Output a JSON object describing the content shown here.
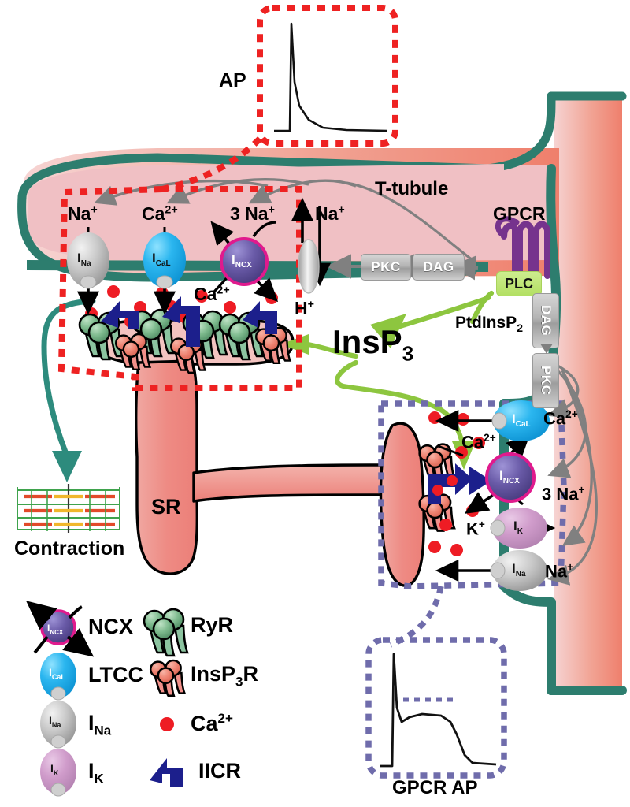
{
  "figure": {
    "title": "Cardiac myocyte excitation-contraction coupling and GPCR/InsP3 signalling",
    "colors": {
      "membrane_teal": "#2d7d6e",
      "cytoplasm_salmon": "#ef8270",
      "ttubule_lumen_pink": "#f0c0c4",
      "sr_pink": "#ef8a86",
      "red_dashed": "#ee2222",
      "purple_dashed": "#6f6cab",
      "green_arrow": "#8dc63f",
      "blue_iicr": "#1c1f8c",
      "grey_arrow": "#808080",
      "ca_dot_red": "#ee1c24",
      "gpcr_purple": "#76338d",
      "teal_arrow": "#2d8b7d"
    }
  },
  "insets": {
    "ap": {
      "label": "AP",
      "border_color": "#ee2222",
      "trace": "action potential: fast upshoot, rapid repolarization, flat baseline"
    },
    "gpcr_ap": {
      "label": "GPCR AP",
      "border_color": "#6f6cab",
      "trace": "action potential with prolonged plateau then repolarization"
    }
  },
  "structures": {
    "ttubule_label": "T-tubule",
    "sr_label": "SR",
    "contraction_label": "Contraction",
    "gpcr_label": "GPCR",
    "plc_label": "PLC",
    "insp3_label": "InsP",
    "insp3_sub": "3",
    "ptdinsp2_label": "PtdInsP",
    "ptdinsp2_sub": "2"
  },
  "grey_tags": {
    "pkc_top": "PKC",
    "dag_top": "DAG",
    "dag_side": "DAG",
    "pkc_side": "PKC"
  },
  "ttubule_channels": [
    {
      "name": "I_Na",
      "main": "I",
      "sub": "Na",
      "ion_label": "Na",
      "ion_sup": "+",
      "fill": "grey"
    },
    {
      "name": "I_CaL",
      "main": "I",
      "sub": "CaL",
      "ion_label": "Ca",
      "ion_sup": "2+",
      "fill": "blue"
    },
    {
      "name": "I_NCX",
      "main": "I",
      "sub": "NCX",
      "ion_label": "3 Na",
      "ion_sup": "+",
      "fill": "purple"
    }
  ],
  "ttubule_extra_labels": {
    "ca_efflux": "Ca",
    "ca_efflux_sup": "2+",
    "na_exchanger": "Na",
    "na_exchanger_sup": "+",
    "h_exchanger": "H",
    "h_exchanger_sup": "+"
  },
  "sarcolemma_channels": [
    {
      "name": "I_CaL",
      "main": "I",
      "sub": "CaL",
      "ion_label": "Ca",
      "ion_sup": "2+",
      "fill": "blue"
    },
    {
      "name": "I_NCX",
      "main": "I",
      "sub": "NCX",
      "ion_label": "3 Na",
      "ion_sup": "+",
      "fill": "purple"
    },
    {
      "name": "I_K",
      "main": "I",
      "sub": "K",
      "ion_label": "K",
      "ion_sup": "+",
      "fill": "pink"
    },
    {
      "name": "I_Na",
      "main": "I",
      "sub": "Na",
      "ion_label": "Na",
      "ion_sup": "+",
      "fill": "grey"
    }
  ],
  "sarcolemma_extra": {
    "ca_label": "Ca",
    "ca_sup": "2+"
  },
  "legend": {
    "left_column": [
      {
        "key": "ncx",
        "symbol": "ncx-icon",
        "label": "NCX",
        "label_sub": ""
      },
      {
        "key": "ltcc",
        "symbol": "ltcc-icon",
        "label": "LTCC",
        "label_sub": ""
      },
      {
        "key": "ina",
        "symbol": "ina-icon",
        "label": "I",
        "label_sub": "Na"
      },
      {
        "key": "ik",
        "symbol": "ik-icon",
        "label": "I",
        "label_sub": "K"
      }
    ],
    "right_column": [
      {
        "key": "ryr",
        "symbol": "ryr-icon",
        "label": "RyR",
        "label_sub": "",
        "label_tail": ""
      },
      {
        "key": "insp3r",
        "symbol": "insp3r-icon",
        "label": "InsP",
        "label_sub": "3",
        "label_tail": "R"
      },
      {
        "key": "ca",
        "symbol": "ca-dot-icon",
        "label": "Ca",
        "label_sup": "2+",
        "label_sub": "",
        "label_tail": ""
      },
      {
        "key": "iicr",
        "symbol": "iicr-icon",
        "label": "IICR",
        "label_sub": "",
        "label_tail": ""
      }
    ]
  }
}
